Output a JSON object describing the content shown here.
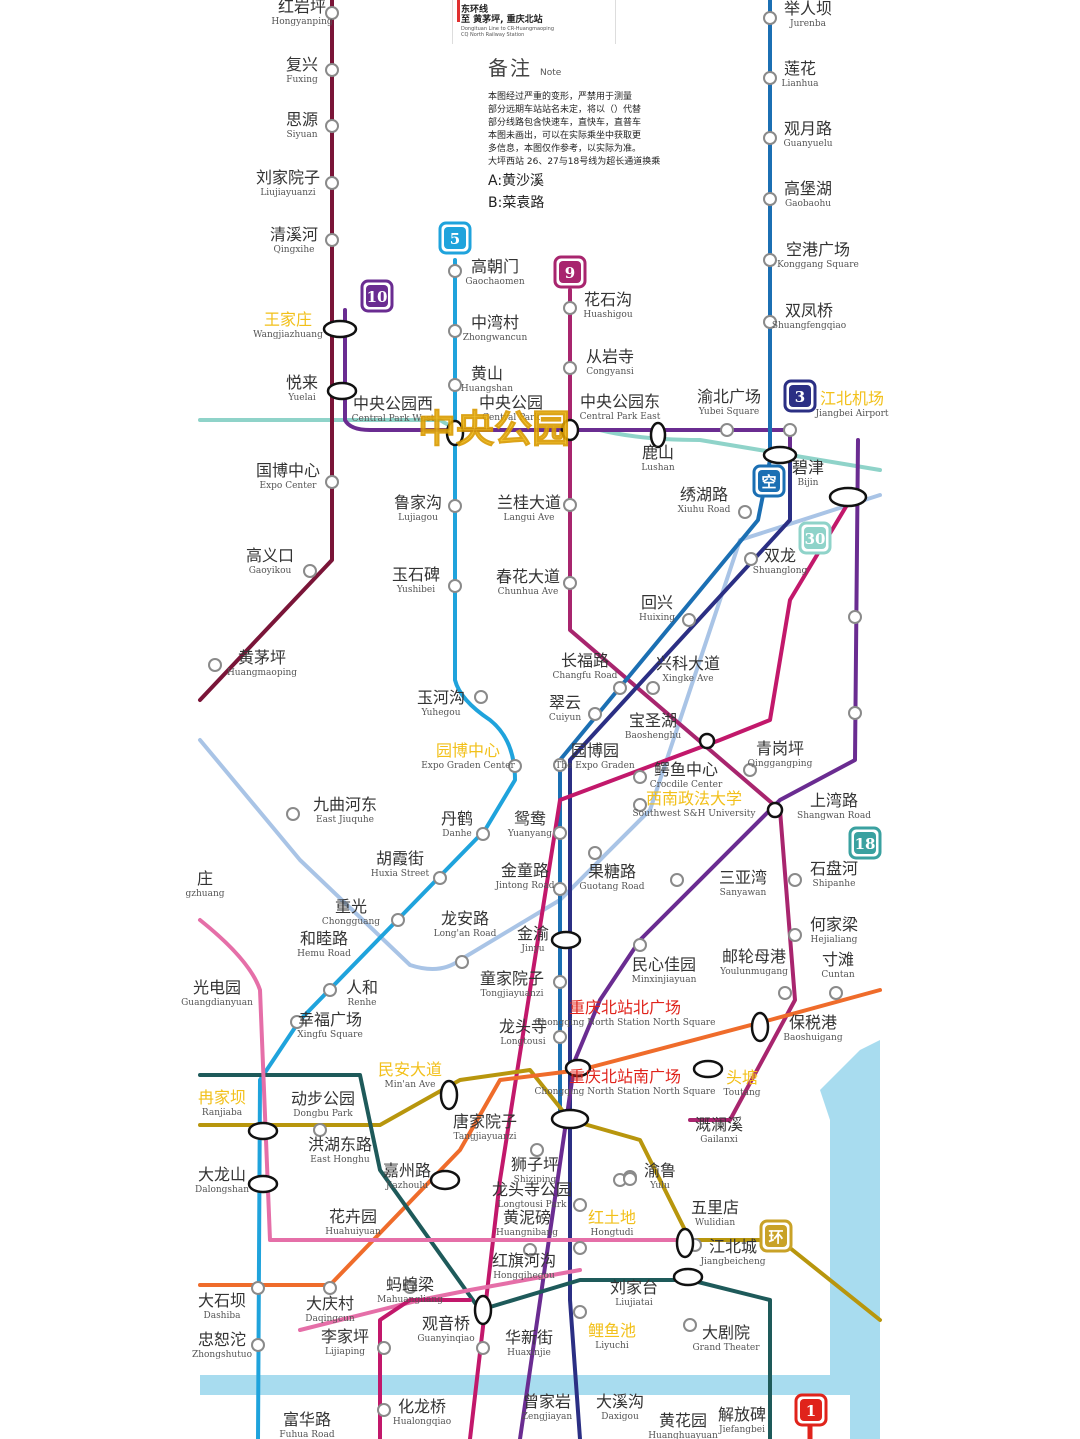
{
  "legend": {
    "line1": "东环线",
    "line2": "至 黄茅坪, 重庆北站",
    "line3": "Dongituan Line to CR-Huangmaoping",
    "line4": "CQ North Railway Station"
  },
  "note": {
    "title": "备注",
    "title_en": "Note",
    "body": "本图经过严重的变形，严禁用于测量\n部分远期车站站名未定，将以（）代替\n部分线路包含快速车，直快车，直普车\n本图未画出，可以在实际乘坐中获取更\n多信息，本图仅作参考，以实际为准。\n大坪西站 26、27与18号线为超长通道换乘",
    "a": "A:黄沙溪",
    "b": "B:菜袁路"
  },
  "overlay_title": "中央公园",
  "line_badges": [
    {
      "label": "5",
      "color": "#1fa3dc"
    },
    {
      "label": "9",
      "color": "#a8256e"
    },
    {
      "label": "10",
      "color": "#6a2c91"
    },
    {
      "label": "3",
      "color": "#2b2f84"
    },
    {
      "label": "空",
      "color": "#1b6fb3"
    },
    {
      "label": "30",
      "color": "#8fd3c9"
    },
    {
      "label": "18",
      "color": "#3aa1a0"
    },
    {
      "label": "环",
      "color": "#c9a227"
    },
    {
      "label": "1",
      "color": "#e0231b"
    }
  ],
  "line_colors": {
    "line1": "#e0231b",
    "line3": "#1b6fb3",
    "line4": "#b8960d",
    "line5": "#1fa3dc",
    "line6": "#e56fa8",
    "line9": "#a8256e",
    "line10": "#6a2c91",
    "loop": "#b8960d",
    "orange": "#ef6c2b",
    "airport": "#2b2f84",
    "teal": "#8fd3c9",
    "dark_green": "#1e5a5a",
    "light_blue_line": "#a9c4e6",
    "maroon": "#7a1538",
    "magenta": "#c2186b",
    "river": "#a8dcef"
  },
  "stations": [
    {
      "cn": "红岩坪",
      "en": "Hongyanping",
      "color": "#333"
    },
    {
      "cn": "复兴",
      "en": "Fuxing",
      "color": "#333"
    },
    {
      "cn": "思源",
      "en": "Siyuan",
      "color": "#333"
    },
    {
      "cn": "刘家院子",
      "en": "Liujiayuanzi",
      "color": "#333"
    },
    {
      "cn": "清溪河",
      "en": "Qingxihe",
      "color": "#333"
    },
    {
      "cn": "王家庄",
      "en": "Wangjiazhuang",
      "color": "#f2c01a"
    },
    {
      "cn": "悦来",
      "en": "Yuelai",
      "color": "#333"
    },
    {
      "cn": "中央公园西",
      "en": "Central Park West",
      "color": "#333"
    },
    {
      "cn": "国博中心",
      "en": "Expo Center",
      "color": "#333"
    },
    {
      "cn": "高义口",
      "en": "Gaoyikou",
      "color": "#333"
    },
    {
      "cn": "黄茅坪",
      "en": "Huangmaoping",
      "color": "#333"
    },
    {
      "cn": "高朝门",
      "en": "Gaochaomen",
      "color": "#333"
    },
    {
      "cn": "中湾村",
      "en": "Zhongwancun",
      "color": "#333"
    },
    {
      "cn": "黄山",
      "en": "Huangshan",
      "color": "#333"
    },
    {
      "cn": "中央公园",
      "en": "Central Park",
      "color": "#333"
    },
    {
      "cn": "鲁家沟",
      "en": "Lujiagou",
      "color": "#333"
    },
    {
      "cn": "玉石碑",
      "en": "Yushibei",
      "color": "#333"
    },
    {
      "cn": "玉河沟",
      "en": "Yuhegou",
      "color": "#333"
    },
    {
      "cn": "园博中心",
      "en": "Expo Graden Center",
      "color": "#f2c01a"
    },
    {
      "cn": "花石沟",
      "en": "Huashigou",
      "color": "#333"
    },
    {
      "cn": "从岩寺",
      "en": "Congyansi",
      "color": "#333"
    },
    {
      "cn": "中央公园东",
      "en": "Central Park East",
      "color": "#333"
    },
    {
      "cn": "兰桂大道",
      "en": "Langui Ave",
      "color": "#333"
    },
    {
      "cn": "春花大道",
      "en": "Chunhua Ave",
      "color": "#333"
    },
    {
      "cn": "鹿山",
      "en": "Lushan",
      "color": "#333"
    },
    {
      "cn": "渝北广场",
      "en": "Yubei Square",
      "color": "#333"
    },
    {
      "cn": "举人坝",
      "en": "Jurenba",
      "color": "#333"
    },
    {
      "cn": "莲花",
      "en": "Lianhua",
      "color": "#333"
    },
    {
      "cn": "观月路",
      "en": "Guanyuelu",
      "color": "#333"
    },
    {
      "cn": "高堡湖",
      "en": "Gaobaohu",
      "color": "#333"
    },
    {
      "cn": "空港广场",
      "en": "Konggang Square",
      "color": "#333"
    },
    {
      "cn": "双凤桥",
      "en": "Shuangfengqiao",
      "color": "#333"
    },
    {
      "cn": "江北机场",
      "en": "Jiangbei Airport",
      "color": "#f2c01a"
    },
    {
      "cn": "碧津",
      "en": "Bijin",
      "color": "#333"
    },
    {
      "cn": "绣湖路",
      "en": "Xiuhu Road",
      "color": "#333"
    },
    {
      "cn": "双龙",
      "en": "Shuanglong",
      "color": "#333"
    },
    {
      "cn": "回兴",
      "en": "Huixing",
      "color": "#333"
    },
    {
      "cn": "长福路",
      "en": "Changfu Road",
      "color": "#333"
    },
    {
      "cn": "兴科大道",
      "en": "Xingke Ave",
      "color": "#333"
    },
    {
      "cn": "翠云",
      "en": "Cuiyun",
      "color": "#333"
    },
    {
      "cn": "宝圣湖",
      "en": "Baoshenghu",
      "color": "#333"
    },
    {
      "cn": "园博园",
      "en": "The Expo Graden",
      "color": "#333"
    },
    {
      "cn": "鳄鱼中心",
      "en": "Crocdile Center",
      "color": "#333"
    },
    {
      "cn": "青岗坪",
      "en": "Qinggangping",
      "color": "#333"
    },
    {
      "cn": "西南政法大学",
      "en": "Southwest S&H University",
      "color": "#f2c01a"
    },
    {
      "cn": "上湾路",
      "en": "Shangwan Road",
      "color": "#333"
    },
    {
      "cn": "九曲河东",
      "en": "East Jiuquhe",
      "color": "#333"
    },
    {
      "cn": "丹鹤",
      "en": "Danhe",
      "color": "#333"
    },
    {
      "cn": "鸳鸯",
      "en": "Yuanyang",
      "color": "#333"
    },
    {
      "cn": "胡霞街",
      "en": "Huxia Street",
      "color": "#333"
    },
    {
      "cn": "金童路",
      "en": "Jintong Road",
      "color": "#333"
    },
    {
      "cn": "果糖路",
      "en": "Guotang Road",
      "color": "#333"
    },
    {
      "cn": "三亚湾",
      "en": "Sanyawan",
      "color": "#333"
    },
    {
      "cn": "石盘河",
      "en": "Shipanhe",
      "color": "#333"
    },
    {
      "cn": "重光",
      "en": "Chongguang",
      "color": "#333"
    },
    {
      "cn": "龙安路",
      "en": "Long'an Road",
      "color": "#333"
    },
    {
      "cn": "和睦路",
      "en": "Hemu Road",
      "color": "#333"
    },
    {
      "cn": "金渝",
      "en": "Jinyu",
      "color": "#333"
    },
    {
      "cn": "何家梁",
      "en": "Hejialiang",
      "color": "#333"
    },
    {
      "cn": "民心佳园",
      "en": "Minxinjiayuan",
      "color": "#333"
    },
    {
      "cn": "邮轮母港",
      "en": "Youlunmugang",
      "color": "#333"
    },
    {
      "cn": "寸滩",
      "en": "Cuntan",
      "color": "#333"
    },
    {
      "cn": "童家院子",
      "en": "Tongjiayuanzi",
      "color": "#333"
    },
    {
      "cn": "人和",
      "en": "Renhe",
      "color": "#333"
    },
    {
      "cn": "幸福广场",
      "en": "Xingfu Square",
      "color": "#333"
    },
    {
      "cn": "龙头寺",
      "en": "Longtousi",
      "color": "#333"
    },
    {
      "cn": "重庆北站北广场",
      "en": "Chongqing North Station North Square",
      "color": "#e0231b"
    },
    {
      "cn": "保税港",
      "en": "Baoshuigang",
      "color": "#333"
    },
    {
      "cn": "民安大道",
      "en": "Min'an Ave",
      "color": "#f2c01a"
    },
    {
      "cn": "重庆北站南广场",
      "en": "Chongqing North Station North Square",
      "color": "#e0231b"
    },
    {
      "cn": "头塘",
      "en": "Toutang",
      "color": "#f2c01a"
    },
    {
      "cn": "动步公园",
      "en": "Dongbu Park",
      "color": "#333"
    },
    {
      "cn": "唐家院子",
      "en": "Tangjiayuanzi",
      "color": "#333"
    },
    {
      "cn": "溉澜溪",
      "en": "Gailanxi",
      "color": "#333"
    },
    {
      "cn": "洪湖东路",
      "en": "East Honghu",
      "color": "#333"
    },
    {
      "cn": "嘉州路",
      "en": "Jiazhoulu",
      "color": "#333"
    },
    {
      "cn": "狮子坪",
      "en": "Shiziping",
      "color": "#333"
    },
    {
      "cn": "渝鲁",
      "en": "Yulu",
      "color": "#333"
    },
    {
      "cn": "龙头寺公园",
      "en": "Longtousi Park",
      "color": "#333"
    },
    {
      "cn": "五里店",
      "en": "Wulidian",
      "color": "#333"
    },
    {
      "cn": "黄泥磅",
      "en": "Huangnibang",
      "color": "#333"
    },
    {
      "cn": "红土地",
      "en": "Hongtudi",
      "color": "#f2c01a"
    },
    {
      "cn": "花卉园",
      "en": "Huahuiyuan",
      "color": "#333"
    },
    {
      "cn": "江北城",
      "en": "Jiangbeicheng",
      "color": "#333"
    },
    {
      "cn": "红旗河沟",
      "en": "Hongqihegou",
      "color": "#333"
    },
    {
      "cn": "蚂蝗梁",
      "en": "Mahuangliang",
      "color": "#333"
    },
    {
      "cn": "刘家台",
      "en": "Liujiatai",
      "color": "#333"
    },
    {
      "cn": "大石坝",
      "en": "Dashiba",
      "color": "#333"
    },
    {
      "cn": "大庆村",
      "en": "Daqingcun",
      "color": "#333"
    },
    {
      "cn": "观音桥",
      "en": "Guanyinqiao",
      "color": "#333"
    },
    {
      "cn": "华新街",
      "en": "Huaxinjie",
      "color": "#333"
    },
    {
      "cn": "鲤鱼池",
      "en": "Liyuchi",
      "color": "#f2c01a"
    },
    {
      "cn": "大剧院",
      "en": "Grand Theater",
      "color": "#333"
    },
    {
      "cn": "忠恕沱",
      "en": "Zhongshutuo",
      "color": "#333"
    },
    {
      "cn": "李家坪",
      "en": "Lijiaping",
      "color": "#333"
    },
    {
      "cn": "化龙桥",
      "en": "Hualongqiao",
      "color": "#333"
    },
    {
      "cn": "曾家岩",
      "en": "Zengjiayan",
      "color": "#333"
    },
    {
      "cn": "大溪沟",
      "en": "Daxigou",
      "color": "#333"
    },
    {
      "cn": "黄花园",
      "en": "Huanghuayuan",
      "color": "#333"
    },
    {
      "cn": "解放碑",
      "en": "Jiefangbei",
      "color": "#333"
    },
    {
      "cn": "富华路",
      "en": "Fuhua Road",
      "color": "#333"
    },
    {
      "cn": "大龙山",
      "en": "Dalongshan",
      "color": "#333"
    },
    {
      "cn": "冉家坝",
      "en": "Ranjiaba",
      "color": "#f2c01a"
    },
    {
      "cn": "光电园",
      "en": "Guangdianyuan",
      "color": "#333"
    },
    {
      "cn": "庄",
      "en": "gzhuang",
      "color": "#333"
    }
  ]
}
